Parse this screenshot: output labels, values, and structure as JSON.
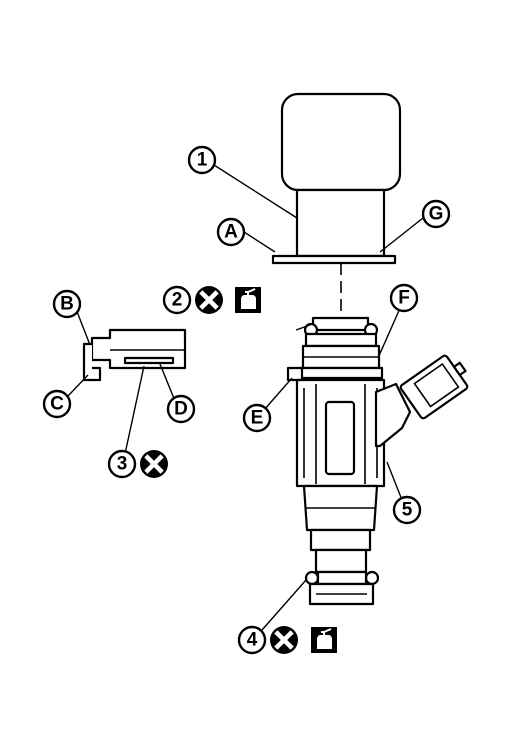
{
  "callouts": {
    "n1": "1",
    "n2": "2",
    "n3": "3",
    "n4": "4",
    "n5": "5",
    "A": "A",
    "B": "B",
    "C": "C",
    "D": "D",
    "E": "E",
    "F": "F",
    "G": "G"
  },
  "symbols": {
    "do_not_reuse": "x-in-circle-icon",
    "apply_oil": "oil-can-icon"
  },
  "colors": {
    "ink": "#000000",
    "paper": "#ffffff"
  }
}
